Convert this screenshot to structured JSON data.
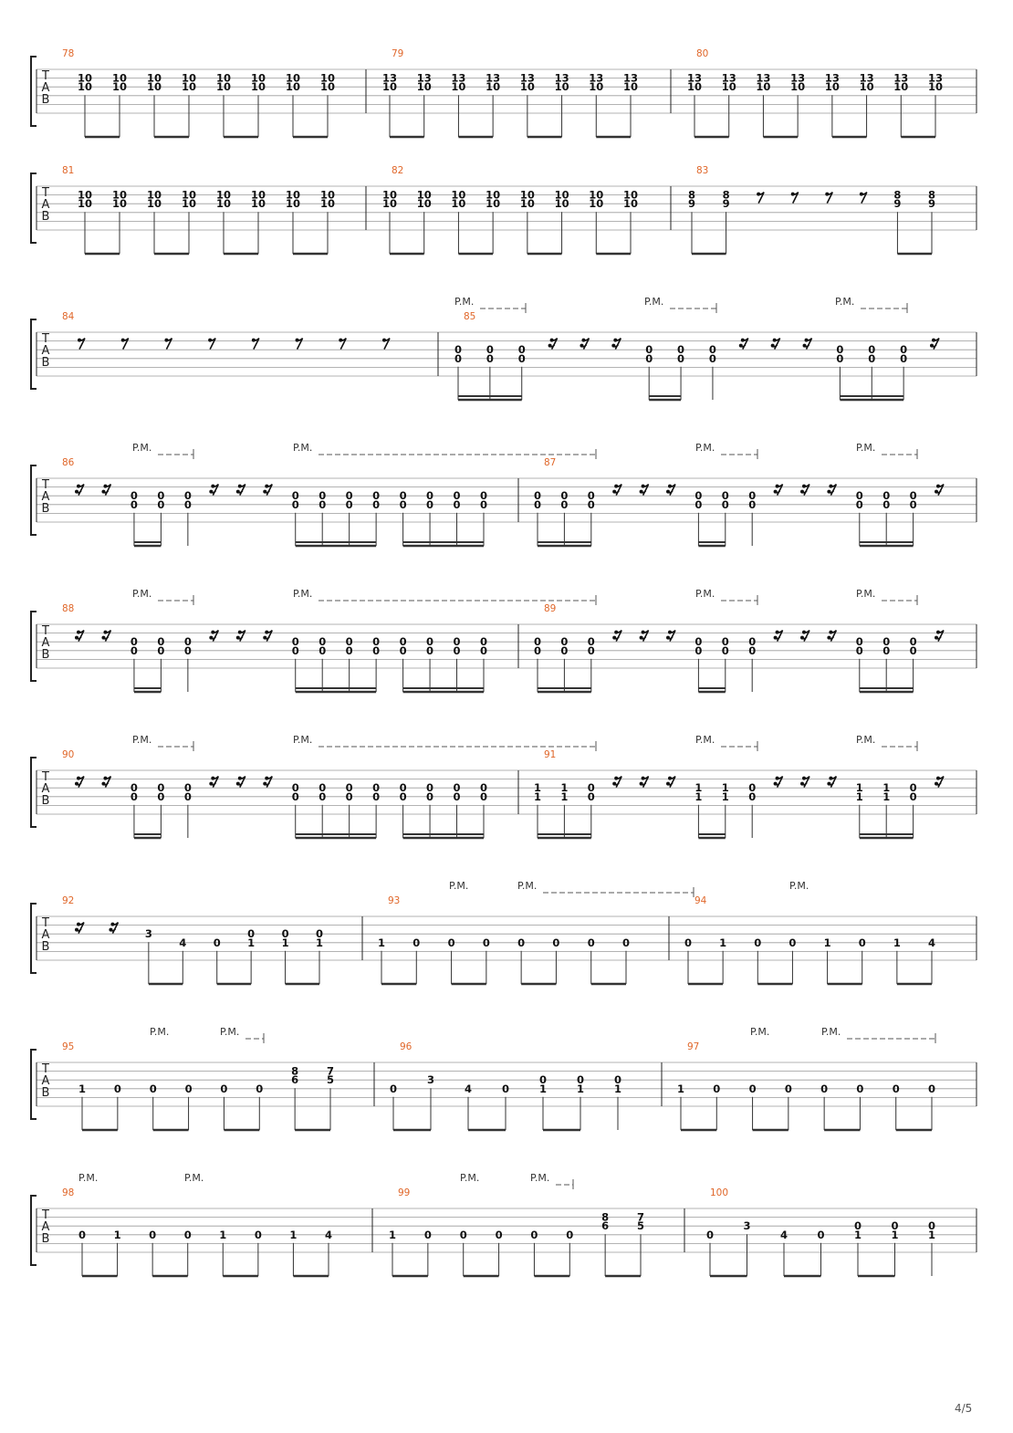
{
  "page": {
    "number": "4/5",
    "tab_letters": [
      "T",
      "A",
      "B"
    ],
    "palm_mute_label": "P.M."
  },
  "systems": [
    {
      "measures": [
        {
          "number": "78",
          "beats": [
            [
              "10",
              "10",
              null
            ],
            [
              "10",
              "10",
              null
            ],
            [
              "10",
              "10",
              null
            ],
            [
              "10",
              "10",
              null
            ],
            [
              "10",
              "10",
              null
            ],
            [
              "10",
              "10",
              null
            ],
            [
              "10",
              "10",
              null
            ],
            [
              "10",
              "10",
              null
            ]
          ]
        },
        {
          "number": "79",
          "beats": [
            [
              "13",
              "10",
              null
            ],
            [
              "13",
              "10",
              null
            ],
            [
              "13",
              "10",
              null
            ],
            [
              "13",
              "10",
              null
            ],
            [
              "13",
              "10",
              null
            ],
            [
              "13",
              "10",
              null
            ],
            [
              "13",
              "10",
              null
            ],
            [
              "13",
              "10",
              null
            ]
          ]
        },
        {
          "number": "80",
          "beats": [
            [
              "13",
              "10",
              null
            ],
            [
              "13",
              "10",
              null
            ],
            [
              "13",
              "10",
              null
            ],
            [
              "13",
              "10",
              null
            ],
            [
              "13",
              "10",
              null
            ],
            [
              "13",
              "10",
              null
            ],
            [
              "13",
              "10",
              null
            ],
            [
              "13",
              "10",
              null
            ]
          ]
        }
      ]
    },
    {
      "measures": [
        {
          "number": "81",
          "beats": [
            [
              "10",
              "10",
              null
            ],
            [
              "10",
              "10",
              null
            ],
            [
              "10",
              "10",
              null
            ],
            [
              "10",
              "10",
              null
            ],
            [
              "10",
              "10",
              null
            ],
            [
              "10",
              "10",
              null
            ],
            [
              "10",
              "10",
              null
            ],
            [
              "10",
              "10",
              null
            ]
          ]
        },
        {
          "number": "82",
          "beats": [
            [
              "10",
              "10",
              null
            ],
            [
              "10",
              "10",
              null
            ],
            [
              "10",
              "10",
              null
            ],
            [
              "10",
              "10",
              null
            ],
            [
              "10",
              "10",
              null
            ],
            [
              "10",
              "10",
              null
            ],
            [
              "10",
              "10",
              null
            ],
            [
              "10",
              "10",
              null
            ]
          ]
        },
        {
          "number": "83",
          "beats": [
            [
              "8",
              "9",
              null
            ],
            [
              "8",
              "9",
              null
            ],
            "r8",
            "r8",
            "r8",
            "r8",
            [
              "8",
              "9",
              null
            ],
            [
              "8",
              "9",
              null
            ]
          ]
        }
      ]
    },
    {
      "pm": [
        {
          "ext": true
        }
      ],
      "measures": [
        {
          "number": "84",
          "beats": [
            "r8",
            "r8",
            "r8",
            "r8",
            "r8",
            "r8",
            "r8",
            "r8"
          ]
        },
        {
          "number": "85",
          "beats": [
            [
              null,
              "0",
              "0"
            ],
            [
              null,
              "0",
              "0"
            ],
            [
              null,
              "0",
              "0"
            ],
            "r16",
            "r16",
            "r16",
            [
              null,
              "0",
              "0"
            ],
            [
              null,
              "0",
              "0"
            ],
            [
              null,
              "0",
              "0"
            ],
            "r16",
            "r16",
            "r16",
            [
              null,
              "0",
              "0"
            ],
            [
              null,
              "0",
              "0"
            ],
            [
              null,
              "0",
              "0"
            ],
            "r16"
          ]
        }
      ]
    },
    {
      "measures": [
        {
          "number": "86",
          "beats": [
            "r16",
            "r16",
            [
              null,
              "0",
              "0"
            ],
            [
              null,
              "0",
              "0"
            ],
            [
              null,
              "0",
              "0"
            ],
            "r16",
            "r16",
            "r16",
            [
              null,
              "0",
              "0"
            ],
            [
              null,
              "0",
              "0"
            ],
            [
              null,
              "0",
              "0"
            ],
            [
              null,
              "0",
              "0"
            ],
            [
              null,
              "0",
              "0"
            ],
            [
              null,
              "0",
              "0"
            ],
            [
              null,
              "0",
              "0"
            ],
            [
              null,
              "0",
              "0"
            ]
          ]
        },
        {
          "number": "87",
          "beats": [
            [
              null,
              "0",
              "0"
            ],
            [
              null,
              "0",
              "0"
            ],
            [
              null,
              "0",
              "0"
            ],
            "r16",
            "r16",
            "r16",
            [
              null,
              "0",
              "0"
            ],
            [
              null,
              "0",
              "0"
            ],
            [
              null,
              "0",
              "0"
            ],
            "r16",
            "r16",
            "r16",
            [
              null,
              "0",
              "0"
            ],
            [
              null,
              "0",
              "0"
            ],
            [
              null,
              "0",
              "0"
            ],
            "r16"
          ]
        }
      ]
    },
    {
      "measures": [
        {
          "number": "88",
          "beats": [
            "r16",
            "r16",
            [
              null,
              "0",
              "0"
            ],
            [
              null,
              "0",
              "0"
            ],
            [
              null,
              "0",
              "0"
            ],
            "r16",
            "r16",
            "r16",
            [
              null,
              "0",
              "0"
            ],
            [
              null,
              "0",
              "0"
            ],
            [
              null,
              "0",
              "0"
            ],
            [
              null,
              "0",
              "0"
            ],
            [
              null,
              "0",
              "0"
            ],
            [
              null,
              "0",
              "0"
            ],
            [
              null,
              "0",
              "0"
            ],
            [
              null,
              "0",
              "0"
            ]
          ]
        },
        {
          "number": "89",
          "beats": [
            [
              null,
              "0",
              "0"
            ],
            [
              null,
              "0",
              "0"
            ],
            [
              null,
              "0",
              "0"
            ],
            "r16",
            "r16",
            "r16",
            [
              null,
              "0",
              "0"
            ],
            [
              null,
              "0",
              "0"
            ],
            [
              null,
              "0",
              "0"
            ],
            "r16",
            "r16",
            "r16",
            [
              null,
              "0",
              "0"
            ],
            [
              null,
              "0",
              "0"
            ],
            [
              null,
              "0",
              "0"
            ],
            "r16"
          ]
        }
      ]
    },
    {
      "measures": [
        {
          "number": "90",
          "beats": [
            "r16",
            "r16",
            [
              null,
              "0",
              "0"
            ],
            [
              null,
              "0",
              "0"
            ],
            [
              null,
              "0",
              "0"
            ],
            "r16",
            "r16",
            "r16",
            [
              null,
              "0",
              "0"
            ],
            [
              null,
              "0",
              "0"
            ],
            [
              null,
              "0",
              "0"
            ],
            [
              null,
              "0",
              "0"
            ],
            [
              null,
              "0",
              "0"
            ],
            [
              null,
              "0",
              "0"
            ],
            [
              null,
              "0",
              "0"
            ],
            [
              null,
              "0",
              "0"
            ]
          ]
        },
        {
          "number": "91",
          "beats": [
            [
              null,
              "1",
              "1"
            ],
            [
              null,
              "1",
              "1"
            ],
            [
              null,
              "0",
              "0"
            ],
            "r16",
            "r16",
            "r16",
            [
              null,
              "1",
              "1"
            ],
            [
              null,
              "1",
              "1"
            ],
            [
              null,
              "0",
              "0"
            ],
            "r16",
            "r16",
            "r16",
            [
              null,
              "1",
              "1"
            ],
            [
              null,
              "1",
              "1"
            ],
            [
              null,
              "0",
              "0"
            ],
            "r16"
          ]
        }
      ]
    },
    {
      "measures": [
        {
          "number": "92",
          "beats": [
            "r16",
            "r16",
            [
              null,
              "3",
              null
            ],
            [
              null,
              null,
              "4"
            ],
            [
              null,
              null,
              "0"
            ],
            [
              null,
              "0",
              "1"
            ],
            [
              null,
              "0",
              "1"
            ],
            [
              null,
              "0",
              "1"
            ]
          ]
        },
        {
          "number": "93",
          "beats": [
            [
              null,
              null,
              "1"
            ],
            [
              null,
              null,
              "0"
            ],
            [
              null,
              null,
              "0"
            ],
            [
              null,
              null,
              "0"
            ],
            [
              null,
              null,
              "0"
            ],
            [
              null,
              null,
              "0"
            ],
            [
              null,
              null,
              "0"
            ],
            [
              null,
              null,
              "0"
            ]
          ]
        },
        {
          "number": "94",
          "beats": [
            [
              null,
              null,
              "0"
            ],
            [
              null,
              null,
              "1"
            ],
            [
              null,
              null,
              "0"
            ],
            [
              null,
              null,
              "0"
            ],
            [
              null,
              null,
              "1"
            ],
            [
              null,
              null,
              "0"
            ],
            [
              null,
              null,
              "1"
            ],
            [
              null,
              null,
              "4"
            ]
          ]
        }
      ]
    },
    {
      "measures": [
        {
          "number": "95",
          "beats": [
            [
              null,
              null,
              "1"
            ],
            [
              null,
              null,
              "0"
            ],
            [
              null,
              null,
              "0"
            ],
            [
              null,
              null,
              "0"
            ],
            [
              null,
              null,
              "0"
            ],
            [
              null,
              null,
              "0"
            ],
            [
              "8",
              "6",
              null
            ],
            [
              "7",
              "5",
              null
            ]
          ]
        },
        {
          "number": "96",
          "beats": [
            [
              null,
              null,
              "0"
            ],
            [
              null,
              "3",
              null
            ],
            [
              null,
              null,
              "4"
            ],
            [
              null,
              null,
              "0"
            ],
            [
              null,
              "0",
              "1"
            ],
            [
              null,
              "0",
              "1"
            ],
            [
              null,
              "0",
              "1"
            ]
          ]
        },
        {
          "number": "97",
          "beats": [
            [
              null,
              null,
              "1"
            ],
            [
              null,
              null,
              "0"
            ],
            [
              null,
              null,
              "0"
            ],
            [
              null,
              null,
              "0"
            ],
            [
              null,
              null,
              "0"
            ],
            [
              null,
              null,
              "0"
            ],
            [
              null,
              null,
              "0"
            ],
            [
              null,
              null,
              "0"
            ]
          ]
        }
      ]
    },
    {
      "measures": [
        {
          "number": "98",
          "beats": [
            [
              null,
              null,
              "0"
            ],
            [
              null,
              null,
              "1"
            ],
            [
              null,
              null,
              "0"
            ],
            [
              null,
              null,
              "0"
            ],
            [
              null,
              null,
              "1"
            ],
            [
              null,
              null,
              "0"
            ],
            [
              null,
              null,
              "1"
            ],
            [
              null,
              null,
              "4"
            ]
          ]
        },
        {
          "number": "99",
          "beats": [
            [
              null,
              null,
              "1"
            ],
            [
              null,
              null,
              "0"
            ],
            [
              null,
              null,
              "0"
            ],
            [
              null,
              null,
              "0"
            ],
            [
              null,
              null,
              "0"
            ],
            [
              null,
              null,
              "0"
            ],
            [
              "8",
              "6",
              null
            ],
            [
              "7",
              "5",
              null
            ]
          ]
        },
        {
          "number": "100",
          "beats": [
            [
              null,
              null,
              "0"
            ],
            [
              null,
              "3",
              null
            ],
            [
              null,
              null,
              "4"
            ],
            [
              null,
              null,
              "0"
            ],
            [
              null,
              "0",
              "1"
            ],
            [
              null,
              "0",
              "1"
            ],
            [
              null,
              "0",
              "1"
            ]
          ]
        }
      ]
    }
  ]
}
